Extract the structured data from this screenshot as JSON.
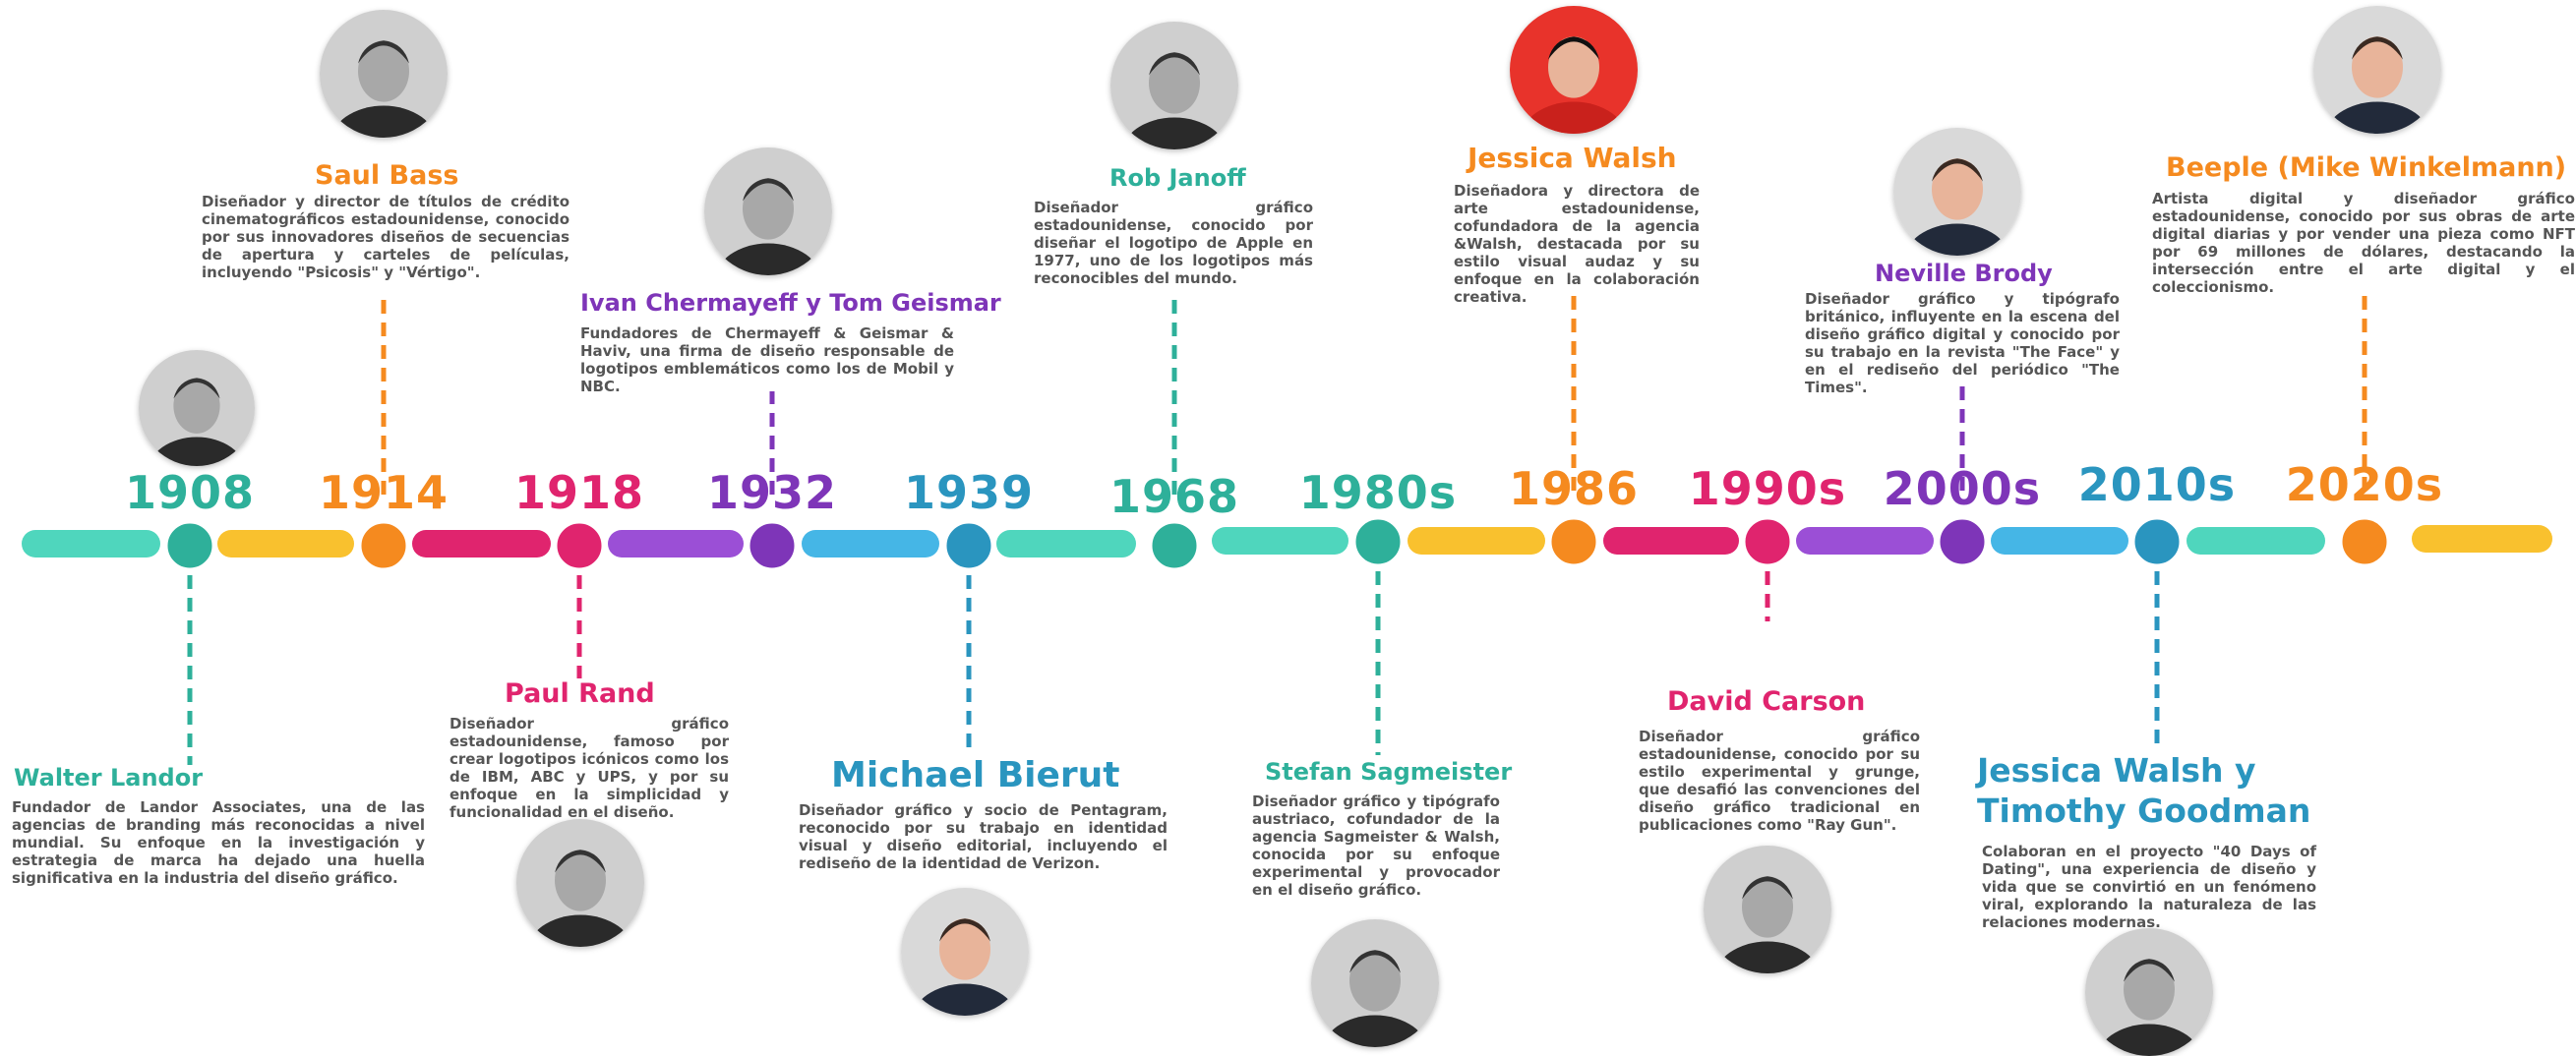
{
  "colors": {
    "teal": "#2eb09a",
    "orange": "#f58a1f",
    "magenta": "#e0246e",
    "purple": "#7e35b8",
    "blue": "#2a95bf",
    "yellow": "#f9c12e",
    "grey_text": "#555555"
  },
  "milestones": [
    {
      "year": "1908",
      "name": "Walter Landor",
      "description": "Fundador de Landor Associates, una de las agencias de branding más reconocidas a nivel mundial. Su enfoque en la investigación y estrategia de marca ha dejado una huella significativa en la industria del diseño gráfico.",
      "color": "#2eb09a",
      "photo": "portrait-photo"
    },
    {
      "year": "1914",
      "name": "Saul Bass",
      "description": "Diseñador y director de títulos de crédito cinematográficos estadounidense, conocido por sus innovadores diseños de secuencias de apertura y carteles de películas, incluyendo \"Psicosis\" y \"Vértigo\".",
      "color": "#f58a1f",
      "photo": "portrait-photo"
    },
    {
      "year": "1918",
      "name": "Paul Rand",
      "description": "Diseñador gráfico estadounidense, famoso por crear logotipos icónicos como los de IBM, ABC y UPS, y por su enfoque en la simplicidad y funcionalidad en el diseño.",
      "color": "#e0246e",
      "photo": "portrait-photo"
    },
    {
      "year": "1932",
      "name": "Ivan Chermayeff y Tom Geismar",
      "description": "Fundadores de Chermayeff & Geismar & Haviv, una firma de diseño responsable de logotipos emblemáticos como los de Mobil y NBC.",
      "color": "#7e35b8",
      "photo": "portrait-photo"
    },
    {
      "year": "1939",
      "name": "Michael Bierut",
      "description": "Diseñador gráfico y socio de Pentagram, reconocido por su trabajo en identidad visual y diseño editorial, incluyendo el rediseño de la identidad de Verizon.",
      "color": "#2a95bf",
      "photo": "portrait-photo"
    },
    {
      "year": "1968",
      "name": "Rob Janoff",
      "description": "Diseñador gráfico estadounidense, conocido por diseñar el logotipo de Apple en 1977, uno de los logotipos más reconocibles del mundo.",
      "color": "#2eb09a",
      "photo": "portrait-photo"
    },
    {
      "year": "1980s",
      "name": "Stefan Sagmeister",
      "description": "Diseñador gráfico y tipógrafo austriaco, cofundador de la agencia Sagmeister & Walsh, conocida por su enfoque experimental y provocador en el diseño gráfico.",
      "color": "#2eb09a",
      "photo": "portrait-photo"
    },
    {
      "year": "1986",
      "name": "Jessica Walsh",
      "description": "Diseñadora y directora de arte estadounidense, cofundadora de la agencia &Walsh, destacada por su estilo visual audaz y su enfoque en la colaboración creativa.",
      "color": "#f58a1f",
      "photo": "portrait-photo"
    },
    {
      "year": "1990s",
      "name": "David Carson",
      "description": "Diseñador gráfico estadounidense, conocido por su estilo experimental y grunge, que desafió las convenciones del diseño gráfico tradicional en publicaciones como \"Ray Gun\".",
      "color": "#e0246e",
      "photo": "portrait-photo"
    },
    {
      "year": "2000s",
      "name": "Neville Brody",
      "description": "Diseñador gráfico y tipógrafo británico, influyente en la escena del diseño gráfico digital y conocido por su trabajo en la revista \"The Face\" y en el rediseño del periódico \"The Times\".",
      "color": "#7e35b8",
      "photo": "portrait-photo"
    },
    {
      "year": "2010s",
      "name": "Jessica Walsh y Timothy Goodman",
      "description": "Colaboran en el proyecto \"40 Days of Dating\", una experiencia de diseño y vida que se convirtió en un fenómeno viral, explorando la naturaleza de las relaciones modernas.",
      "color": "#2a95bf",
      "photo": "portrait-photo"
    },
    {
      "year": "2020s",
      "name": "Beeple (Mike Winkelmann)",
      "description": "Artista digital y diseñador gráfico estadounidense, conocido por sus obras de arte digital diarias y por vender una pieza como NFT por 69 millones de dólares, destacando la intersección entre el arte digital y el coleccionismo.",
      "color": "#f58a1f",
      "photo": "portrait-photo"
    }
  ],
  "timeline_bar_colors": [
    "#4fd6bd",
    "#f9c12e",
    "#e0246e",
    "#9b4fd6",
    "#45b6e6",
    "#4fd6bd",
    "#4fd6bd",
    "#f9c12e",
    "#e0246e",
    "#9b4fd6",
    "#45b6e6",
    "#4fd6bd",
    "#f9c12e"
  ]
}
